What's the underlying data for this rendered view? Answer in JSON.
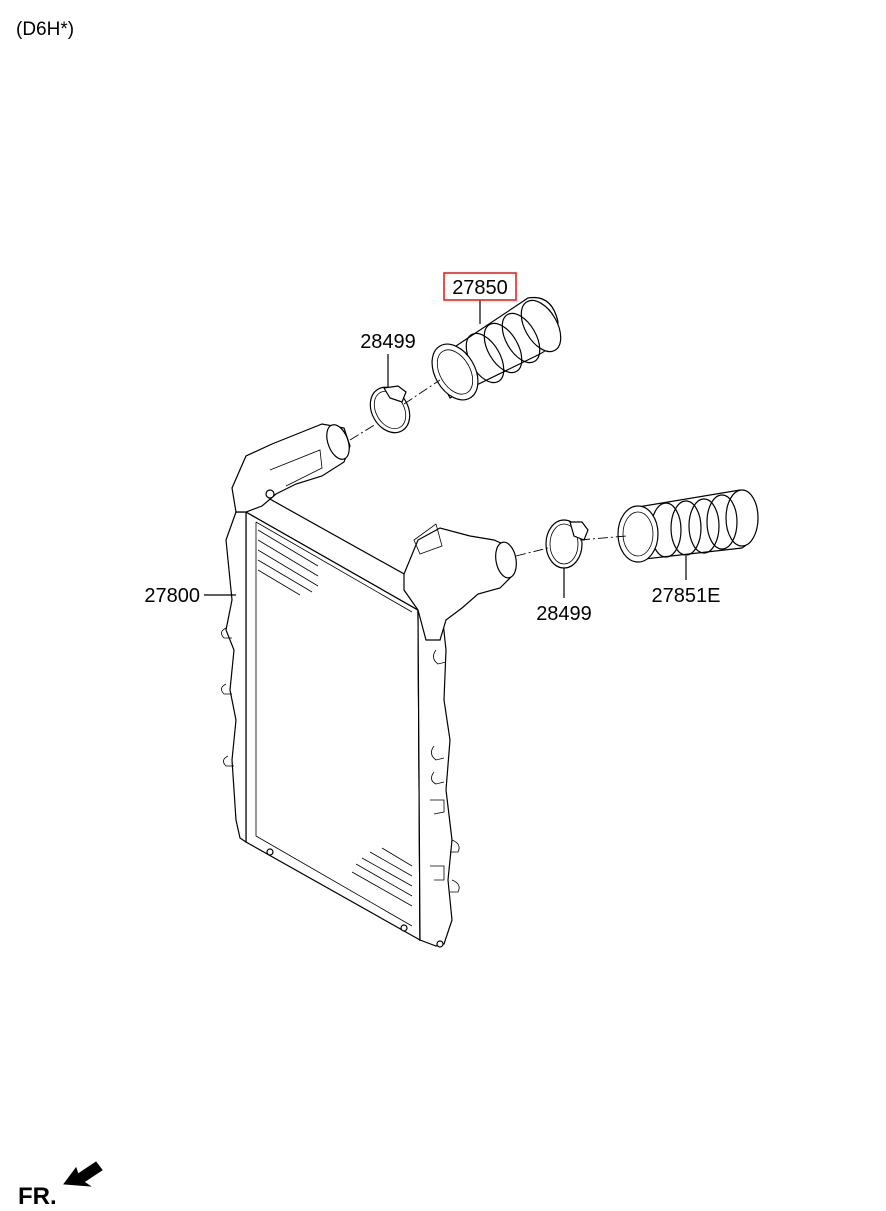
{
  "diagram": {
    "engine_code": "(D6H*)",
    "direction_label": "FR.",
    "highlight_color": "#e8231f",
    "parts": [
      {
        "id": "p1",
        "number": "27850",
        "highlighted": true
      },
      {
        "id": "p2",
        "number": "28499",
        "highlighted": false
      },
      {
        "id": "p3",
        "number": "27800",
        "highlighted": false
      },
      {
        "id": "p4",
        "number": "28499",
        "highlighted": false
      },
      {
        "id": "p5",
        "number": "27851E",
        "highlighted": false
      }
    ]
  }
}
